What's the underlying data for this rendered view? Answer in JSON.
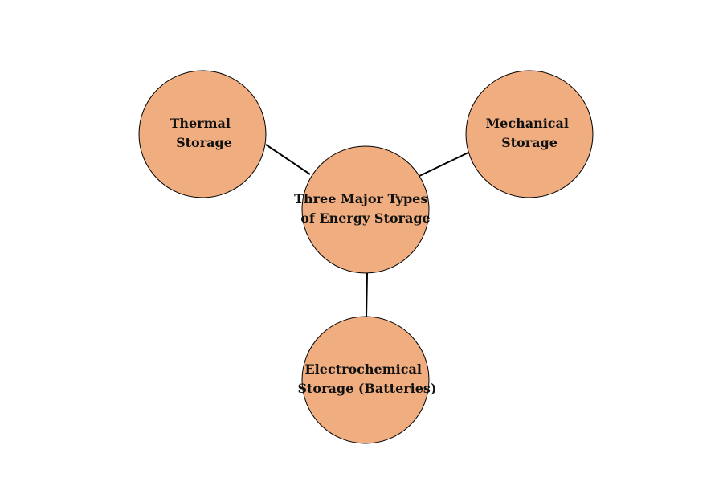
{
  "theme": {
    "node_fill": "#F0AD80",
    "node_stroke": "#000000",
    "connector_color": "#000000",
    "background": "#FFFFFF"
  },
  "diagram": {
    "center": {
      "line1": "Three Major Types",
      "line2": "of Energy Storage"
    },
    "thermal": {
      "line1": "Thermal",
      "line2": "Storage"
    },
    "mechanical": {
      "line1": "Mechanical",
      "line2": "Storage"
    },
    "electrochemical": {
      "line1": "Electrochemical",
      "line2": "Storage (Batteries)"
    }
  }
}
